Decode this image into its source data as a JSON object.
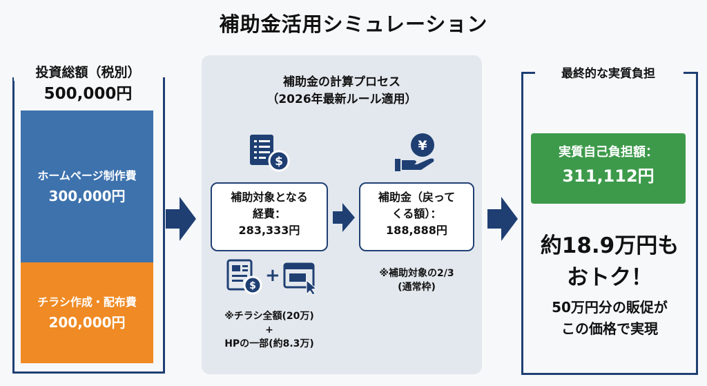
{
  "title": "補助金活用シミュレーション",
  "left": {
    "heading": "投資総額（税別）",
    "total": "500,000円",
    "items": [
      {
        "label": "ホームページ制作費",
        "amount": "300,000円"
      },
      {
        "label": "チラシ作成・配布費",
        "amount": "200,000円"
      }
    ]
  },
  "middle": {
    "title_line1": "補助金の計算プロセス",
    "title_line2": "（2026年最新ルール適用）",
    "card1": {
      "line1": "補助対象となる",
      "line2": "経費：",
      "amount": "283,333円"
    },
    "card2": {
      "line1": "補助金（戻って",
      "line2": "くる額）：",
      "amount": "188,888円"
    },
    "note_left": {
      "line1": "※チラシ全額(20万)",
      "line2": "+",
      "line3": "HPの一部(約8.3万)"
    },
    "note_right": {
      "line1": "※補助対象の2/3",
      "line2": "(通常枠)"
    },
    "plus_sign": "+",
    "yen_symbol": "¥"
  },
  "right": {
    "heading": "最終的な実質負担",
    "label": "実質自己負担額：",
    "amount": "311,112円",
    "highlight_line1": "約18.9万円も",
    "highlight_line2": "おトク！",
    "sub_line1": "50万円分の販促が",
    "sub_line2": "この価格で実現"
  },
  "colors": {
    "navy": "#1f3f73",
    "blue_box": "#3d72ad",
    "orange_box": "#ef8a24",
    "green_box": "#3d9a4b",
    "mid_panel": "#e3e8ee"
  },
  "icons": [
    "document-dollar-icon",
    "hand-yen-icon",
    "flyer-dollar-icon",
    "browser-cursor-icon",
    "arrow-right-icon"
  ]
}
